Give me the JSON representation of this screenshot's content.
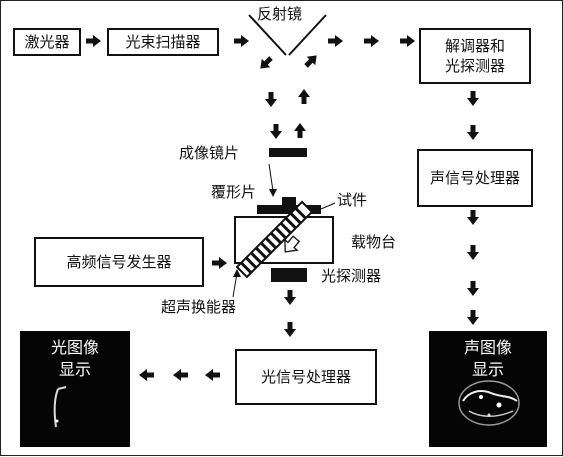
{
  "boxes": {
    "laser": "激光器",
    "beam_scanner": "光束扫描器",
    "demodulator": "解调器和\n光探测器",
    "acoustic_processor": "声信号处理器",
    "rf_generator": "高频信号发生器",
    "optical_processor": "光信号处理器"
  },
  "labels": {
    "mirror": "反射镜",
    "imaging_lens": "成像镜片",
    "cover_slip": "覆形片",
    "specimen": "试件",
    "stage": "载物台",
    "photodetector": "光探测器",
    "transducer": "超声换能器"
  },
  "images": {
    "optical_image": "光图像\n显示",
    "acoustic_image": "声图像\n显示"
  },
  "colors": {
    "ink": "#111111",
    "panel": "#050505",
    "panel_text": "#ffffff"
  }
}
